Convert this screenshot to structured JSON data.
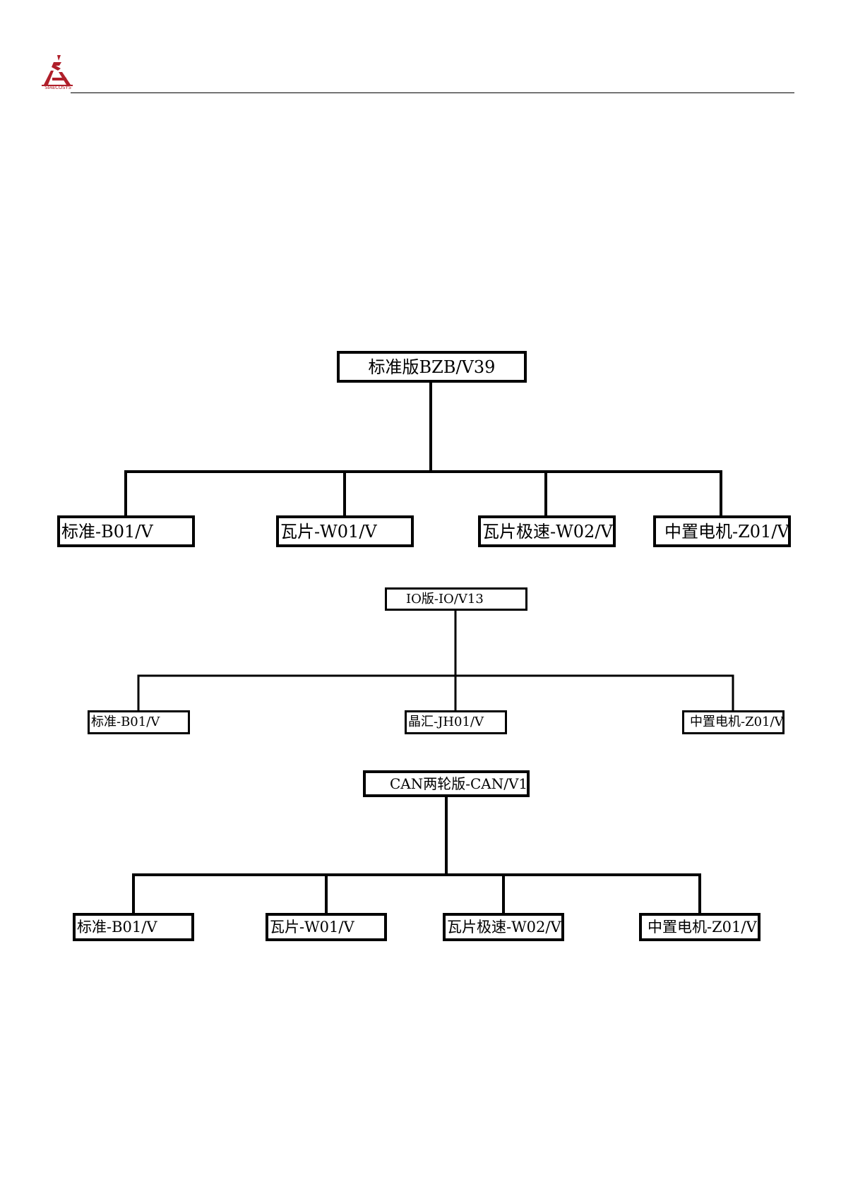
{
  "header": {
    "logo_text": "SIAECOSYS",
    "brand_color": "#b01f2a"
  },
  "diagram": {
    "standard": {
      "root": "标准版BZB/V39",
      "children": [
        "标准-B01/V",
        "瓦片-W01/V",
        "瓦片极速-W02/V",
        "中置电机-Z01/V"
      ]
    },
    "io": {
      "root": "IO版-IO/V13",
      "children": [
        "标准-B01/V",
        "晶汇-JH01/V",
        "中置电机-Z01/V"
      ]
    },
    "can": {
      "root": "CAN两轮版-CAN/V1",
      "children": [
        "标准-B01/V",
        "瓦片-W01/V",
        "瓦片极速-W02/V",
        "中置电机-Z01/V"
      ]
    }
  }
}
